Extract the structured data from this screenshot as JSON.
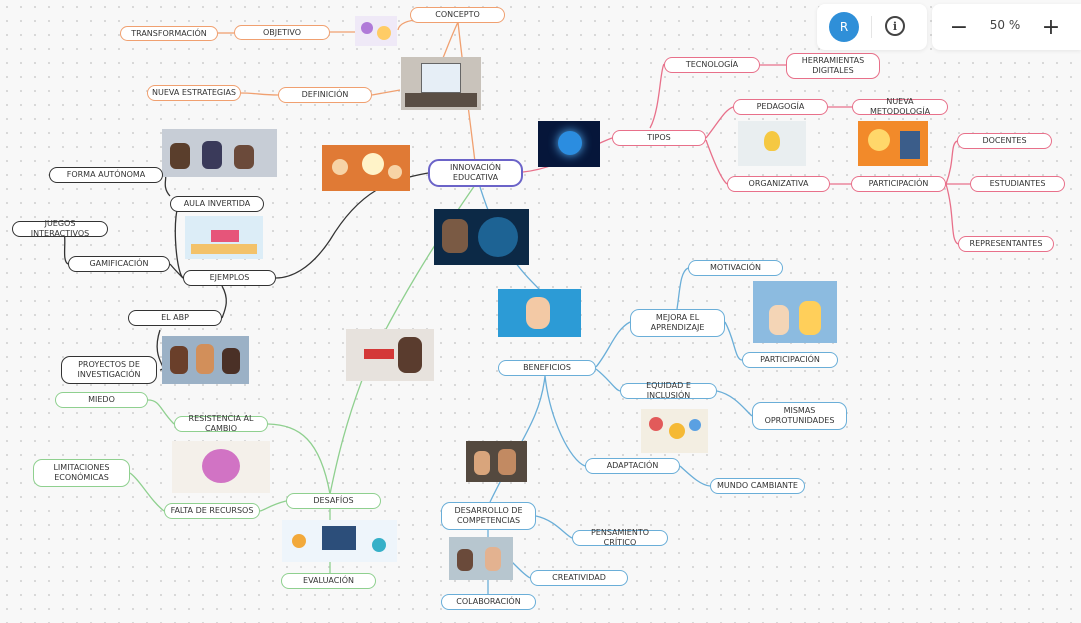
{
  "toolbar": {
    "avatar_initial": "R",
    "info_icon": "info-icon",
    "zoom_out": "−",
    "zoom_level": "50 %",
    "zoom_in": "+"
  },
  "central": "INNOVACIÓN EDUCATiVA",
  "orange": {
    "concepto": "CONCEPTO",
    "objetivo": "OBJETIVO",
    "transformacion": "TRANSFORMACIÓN",
    "definicion": "DEFINICIÓN",
    "nueva_estrategias": "NUEVA ESTRATEGIAS"
  },
  "pink": {
    "tipos": "TIPOS",
    "tecnologia": "TECNOLOGÍA",
    "herramientas": "HERRAMIENTAS DIGITALES",
    "pedagogia": "PEDAGOGÍA",
    "nueva_metodologia": "NUEVA METODOLOGÍA",
    "organizativa": "ORGANIZATIVA",
    "participacion": "PARTICIPACIÓN",
    "docentes": "DOCENTES",
    "estudiantes": "ESTUDIANTES",
    "representantes": "REPRESENTANTES"
  },
  "dark": {
    "ejemplos": "EJEMPLOS",
    "aula_invertida": "AULA INVERTIDA",
    "forma_autonoma": "FORMA AUTÓNOMA",
    "gamificacion": "GAMIFICACIÓN",
    "juegos_interactivos": "JUEGOS INTERACTIVOS",
    "el_abp": "EL ABP",
    "proyectos": "PROYECTOS DE INVESTIGACIÓN"
  },
  "blue": {
    "beneficios": "BENEFICIOS",
    "mejora": "MEJORA EL APRENDIZAJE",
    "motivacion": "MOTIVACIÓN",
    "participacion": "PARTICIPACIÓN",
    "equidad": "EQUIDAD E INCLUSIÓN",
    "mismas": "MISMAS OPROTUNIDADES",
    "adaptacion": "ADAPTACIÓN",
    "mundo": "MUNDO CAMBIANTE",
    "desarrollo": "DESARROLLO DE COMPETENCIAS",
    "pensamiento": "PENSAMIENTO CRÍTICO",
    "creatividad": "CREATIVIDAD",
    "colaboracion": "COLABORACIÓN"
  },
  "green": {
    "desafios": "DESAFÍOS",
    "resistencia": "RESISTENCIA AL CAMBIO",
    "miedo": "MIEDO",
    "falta": "FALTA DE RECURSOS",
    "limitaciones": "LIMITACIONES ECONÓMICAS",
    "evaluacion": "EVALUACIÓN"
  },
  "colors": {
    "orange": "#f0a070",
    "pink": "#e8708a",
    "blue": "#6aaed8",
    "green": "#8fd08f",
    "dark": "#333333",
    "purple": "#6b63c8",
    "avatar": "#2f8fd8"
  }
}
